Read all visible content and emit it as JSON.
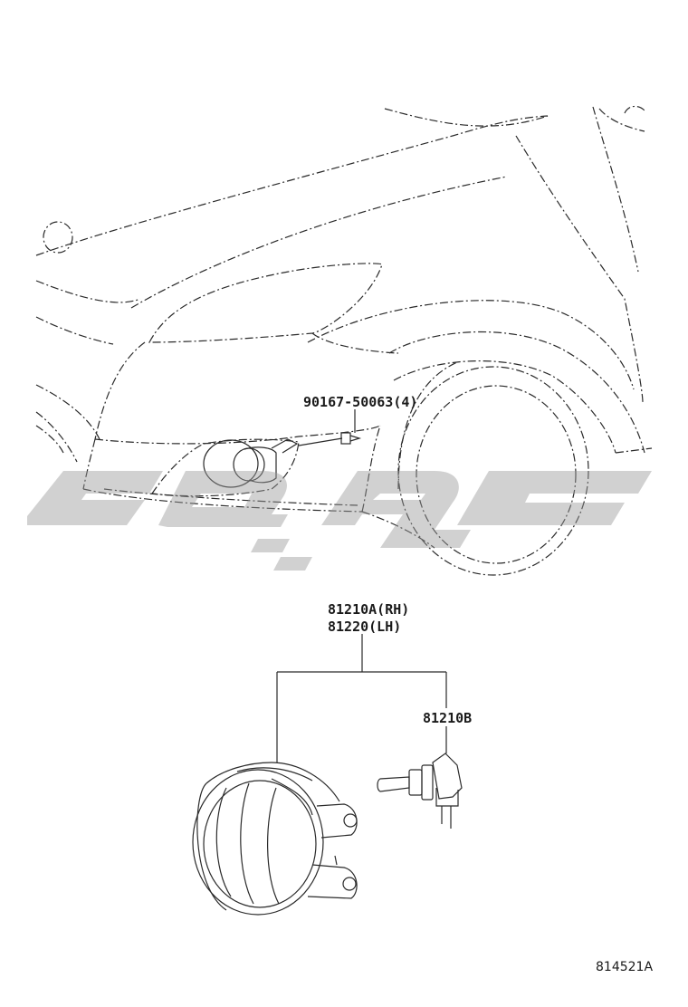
{
  "labels": {
    "screw": "90167-50063(4)",
    "fog_lamp_rh": "81210A(RH)",
    "fog_lamp_lh": "81220(LH)",
    "bulb": "81210B",
    "illustration_ref": "814521A"
  },
  "watermark": {
    "color": "#9a9a9a"
  },
  "colors": {
    "line": "#2a2a2a",
    "background": "#ffffff"
  }
}
